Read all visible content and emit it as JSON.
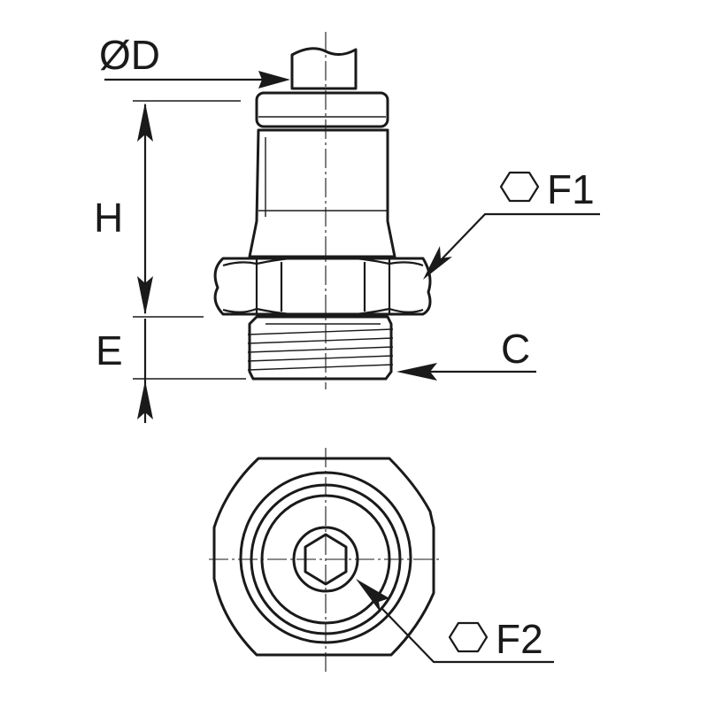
{
  "labels": {
    "diameter": "ØD",
    "height": "H",
    "thread_length": "E",
    "thread": "C",
    "hex_outer": "F1",
    "hex_inner": "F2"
  },
  "colors": {
    "line": "#1a1a1a",
    "background": "#ffffff"
  }
}
